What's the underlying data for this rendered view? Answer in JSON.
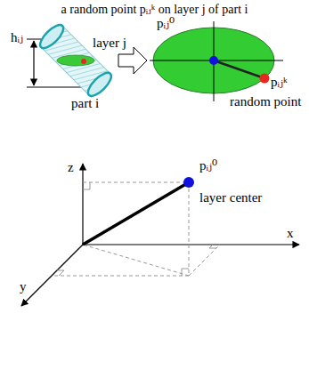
{
  "diagram": {
    "title": "a random point pᵢⱼᵏ on layer j of part i",
    "labels": [
      "hᵢⱼ",
      "layer j",
      "part i",
      "pᵢⱼ⁰",
      "pᵢⱼᵏ",
      "random point",
      "z",
      "pᵢⱼ⁰",
      "layer center",
      "x",
      "y"
    ]
  }
}
